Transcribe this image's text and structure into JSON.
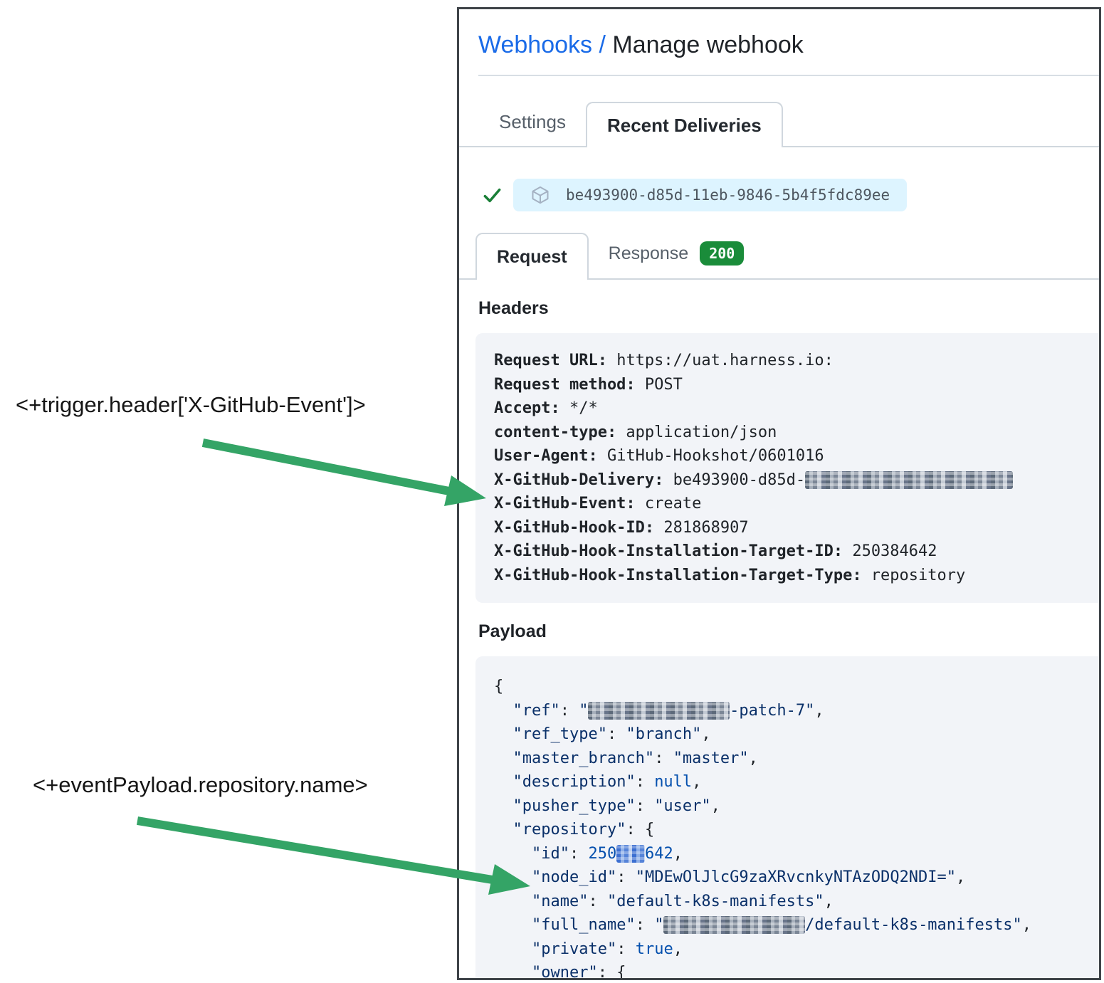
{
  "colors": {
    "accent_link": "#1a6be8",
    "success_check": "#1a7f37",
    "status_badge_bg": "#1a8c3a",
    "delivery_pill_bg": "#ddf4ff",
    "code_block_bg": "#f2f4f8",
    "arrow_green": "#34a466",
    "json_string": "#0a3069",
    "json_constant": "#0550ae"
  },
  "annotations": {
    "trigger": "<+trigger.header['X-GitHub-Event']>",
    "payload": "<+eventPayload.repository.name>"
  },
  "page": {
    "breadcrumb": "Webhooks /",
    "title": "Manage webhook"
  },
  "tabs_primary": {
    "settings": "Settings",
    "recent_deliveries": "Recent Deliveries"
  },
  "delivery": {
    "guid": "be493900-d85d-11eb-9846-5b4f5fdc89ee"
  },
  "tabs_request": {
    "request": "Request",
    "response": "Response",
    "status_code": "200"
  },
  "sections": {
    "headers": "Headers",
    "payload": "Payload"
  },
  "headers_lines": [
    [
      {
        "t": "Request URL:",
        "s": "hn"
      },
      {
        "t": " https://uat.harness.io:",
        "s": "hv"
      }
    ],
    [
      {
        "t": "Request method:",
        "s": "hn"
      },
      {
        "t": " POST",
        "s": "hv"
      }
    ],
    [
      {
        "t": "Accept:",
        "s": "hn"
      },
      {
        "t": " */*",
        "s": "hv"
      }
    ],
    [
      {
        "t": "content-type:",
        "s": "hn"
      },
      {
        "t": " application/json",
        "s": "hv"
      }
    ],
    [
      {
        "t": "User-Agent:",
        "s": "hn"
      },
      {
        "t": " GitHub-Hookshot/0601016",
        "s": "hv"
      }
    ],
    [
      {
        "t": "X-GitHub-Delivery:",
        "s": "hn"
      },
      {
        "t": " be493900-d85d-",
        "s": "hv"
      },
      {
        "t": "11eb-9846-5b4f5fdc89ee",
        "s": "hv redact"
      }
    ],
    [
      {
        "t": "X-GitHub-Event:",
        "s": "hn"
      },
      {
        "t": " create",
        "s": "hv"
      }
    ],
    [
      {
        "t": "X-GitHub-Hook-ID:",
        "s": "hn"
      },
      {
        "t": " 281868907",
        "s": "hv"
      }
    ],
    [
      {
        "t": "X-GitHub-Hook-Installation-Target-ID:",
        "s": "hn"
      },
      {
        "t": " 250384642",
        "s": "hv"
      }
    ],
    [
      {
        "t": "X-GitHub-Hook-Installation-Target-Type:",
        "s": "hn"
      },
      {
        "t": " repository",
        "s": "hv"
      }
    ]
  ],
  "payload_lines": [
    [
      {
        "t": "{",
        "s": "jp"
      }
    ],
    [
      {
        "t": "  ",
        "s": "jp"
      },
      {
        "t": "\"ref\"",
        "s": "js"
      },
      {
        "t": ": ",
        "s": "jp"
      },
      {
        "t": "\"",
        "s": "js"
      },
      {
        "t": "               ",
        "s": "js redact"
      },
      {
        "t": "-patch-7\"",
        "s": "js"
      },
      {
        "t": ",",
        "s": "jp"
      }
    ],
    [
      {
        "t": "  ",
        "s": "jp"
      },
      {
        "t": "\"ref_type\"",
        "s": "js"
      },
      {
        "t": ": ",
        "s": "jp"
      },
      {
        "t": "\"branch\"",
        "s": "js"
      },
      {
        "t": ",",
        "s": "jp"
      }
    ],
    [
      {
        "t": "  ",
        "s": "jp"
      },
      {
        "t": "\"master_branch\"",
        "s": "js"
      },
      {
        "t": ": ",
        "s": "jp"
      },
      {
        "t": "\"master\"",
        "s": "js"
      },
      {
        "t": ",",
        "s": "jp"
      }
    ],
    [
      {
        "t": "  ",
        "s": "jp"
      },
      {
        "t": "\"description\"",
        "s": "js"
      },
      {
        "t": ": ",
        "s": "jp"
      },
      {
        "t": "null",
        "s": "jc"
      },
      {
        "t": ",",
        "s": "jp"
      }
    ],
    [
      {
        "t": "  ",
        "s": "jp"
      },
      {
        "t": "\"pusher_type\"",
        "s": "js"
      },
      {
        "t": ": ",
        "s": "jp"
      },
      {
        "t": "\"user\"",
        "s": "js"
      },
      {
        "t": ",",
        "s": "jp"
      }
    ],
    [
      {
        "t": "  ",
        "s": "jp"
      },
      {
        "t": "\"repository\"",
        "s": "js"
      },
      {
        "t": ": {",
        "s": "jp"
      }
    ],
    [
      {
        "t": "    ",
        "s": "jp"
      },
      {
        "t": "\"id\"",
        "s": "js"
      },
      {
        "t": ": ",
        "s": "jp"
      },
      {
        "t": "250",
        "s": "jc"
      },
      {
        "t": "   ",
        "s": "jc redact-b"
      },
      {
        "t": "642",
        "s": "jc"
      },
      {
        "t": ",",
        "s": "jp"
      }
    ],
    [
      {
        "t": "    ",
        "s": "jp"
      },
      {
        "t": "\"node_id\"",
        "s": "js"
      },
      {
        "t": ": ",
        "s": "jp"
      },
      {
        "t": "\"MDEwOlJlcG9zaXRvcnkyNTAzODQ2NDI=\"",
        "s": "js"
      },
      {
        "t": ",",
        "s": "jp"
      }
    ],
    [
      {
        "t": "    ",
        "s": "jp"
      },
      {
        "t": "\"name\"",
        "s": "js"
      },
      {
        "t": ": ",
        "s": "jp"
      },
      {
        "t": "\"default-k8s-manifests\"",
        "s": "js"
      },
      {
        "t": ",",
        "s": "jp"
      }
    ],
    [
      {
        "t": "    ",
        "s": "jp"
      },
      {
        "t": "\"full_name\"",
        "s": "js"
      },
      {
        "t": ": ",
        "s": "jp"
      },
      {
        "t": "\"",
        "s": "js"
      },
      {
        "t": "               ",
        "s": "js redact"
      },
      {
        "t": "/default-k8s-manifests\"",
        "s": "js"
      },
      {
        "t": ",",
        "s": "jp"
      }
    ],
    [
      {
        "t": "    ",
        "s": "jp"
      },
      {
        "t": "\"private\"",
        "s": "js"
      },
      {
        "t": ": ",
        "s": "jp"
      },
      {
        "t": "true",
        "s": "jc"
      },
      {
        "t": ",",
        "s": "jp"
      }
    ],
    [
      {
        "t": "    ",
        "s": "jp"
      },
      {
        "t": "\"owner\"",
        "s": "js"
      },
      {
        "t": ": {",
        "s": "jp"
      }
    ]
  ]
}
